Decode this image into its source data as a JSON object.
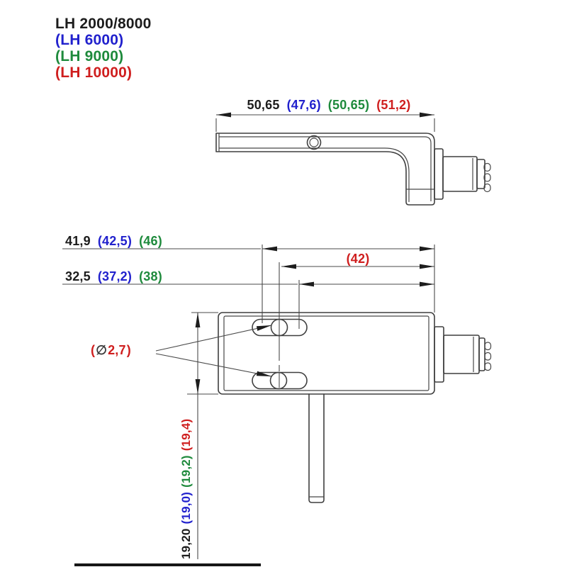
{
  "title_block": {
    "models_base": "LH 2000/8000",
    "models_lh6000": "(LH 6000)",
    "models_lh9000": "(LH 9000)",
    "models_lh10000": "(LH 10000)"
  },
  "legend_colors": {
    "base": "#1c1c1c",
    "lh6000": "#2121cd",
    "lh9000": "#1e8a3c",
    "lh10000": "#cf1e1e"
  },
  "dimensions": {
    "overall_length": {
      "base": "50,65",
      "lh6000": "(47,6)",
      "lh9000": "(50,65)",
      "lh10000": "(51,2)"
    },
    "slot_far": {
      "base": "41,9",
      "lh6000": "(42,5)",
      "lh9000": "(46)"
    },
    "center_distance": {
      "lh10000": "(42)"
    },
    "slot_near": {
      "base": "32,5",
      "lh6000": "(37,2)",
      "lh9000": "(38)"
    },
    "hole_diameter": {
      "open": "(",
      "symbol": "∅",
      "value": "2,7",
      "close": ")"
    },
    "height": {
      "base": "19,20",
      "lh6000": "(19,0)",
      "lh9000": "(19,2)",
      "lh10000": "(19,4)"
    }
  }
}
